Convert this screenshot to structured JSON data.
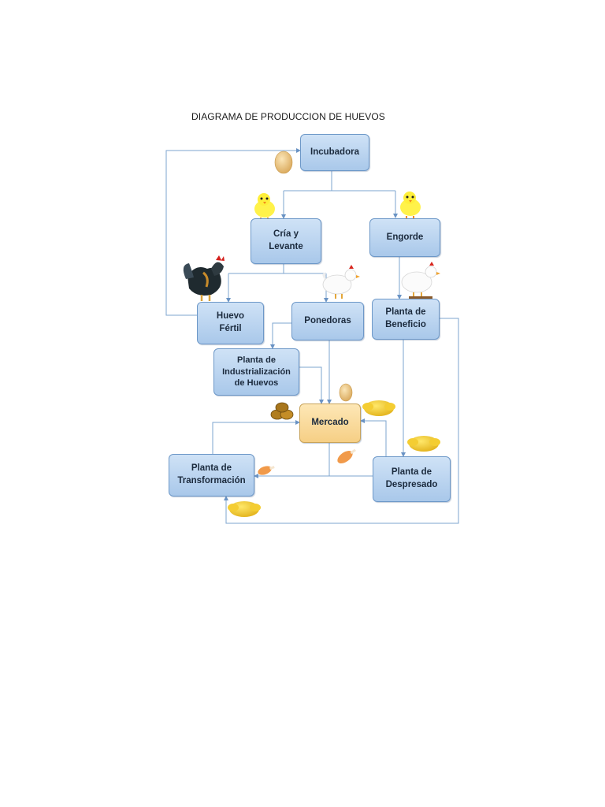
{
  "title": "DIAGRAMA DE PRODUCCION DE HUEVOS",
  "nodes": {
    "incubadora": "Incubadora",
    "cria": "Cría y\nLevante",
    "engorde": "Engorde",
    "huevo_fertil": "Huevo\nFértil",
    "ponedoras": "Ponedoras",
    "beneficio": "Planta de\nBeneficio",
    "industrializacion": "Planta de\nIndustrialización\nde Huevos",
    "mercado": "Mercado",
    "transformacion": "Planta de\nTransformación",
    "despresado": "Planta de\nDespresado"
  },
  "icons": [
    "egg-icon",
    "chick-icon",
    "rooster-icon",
    "hen-icon",
    "roast-chicken-icon",
    "chicken-leg-icon",
    "nuggets-icon"
  ],
  "colors": {
    "node_fill": "#bcd6f1",
    "node_border": "#6d98c8",
    "market_fill": "#f9dca0",
    "line": "#7ea4cf"
  }
}
